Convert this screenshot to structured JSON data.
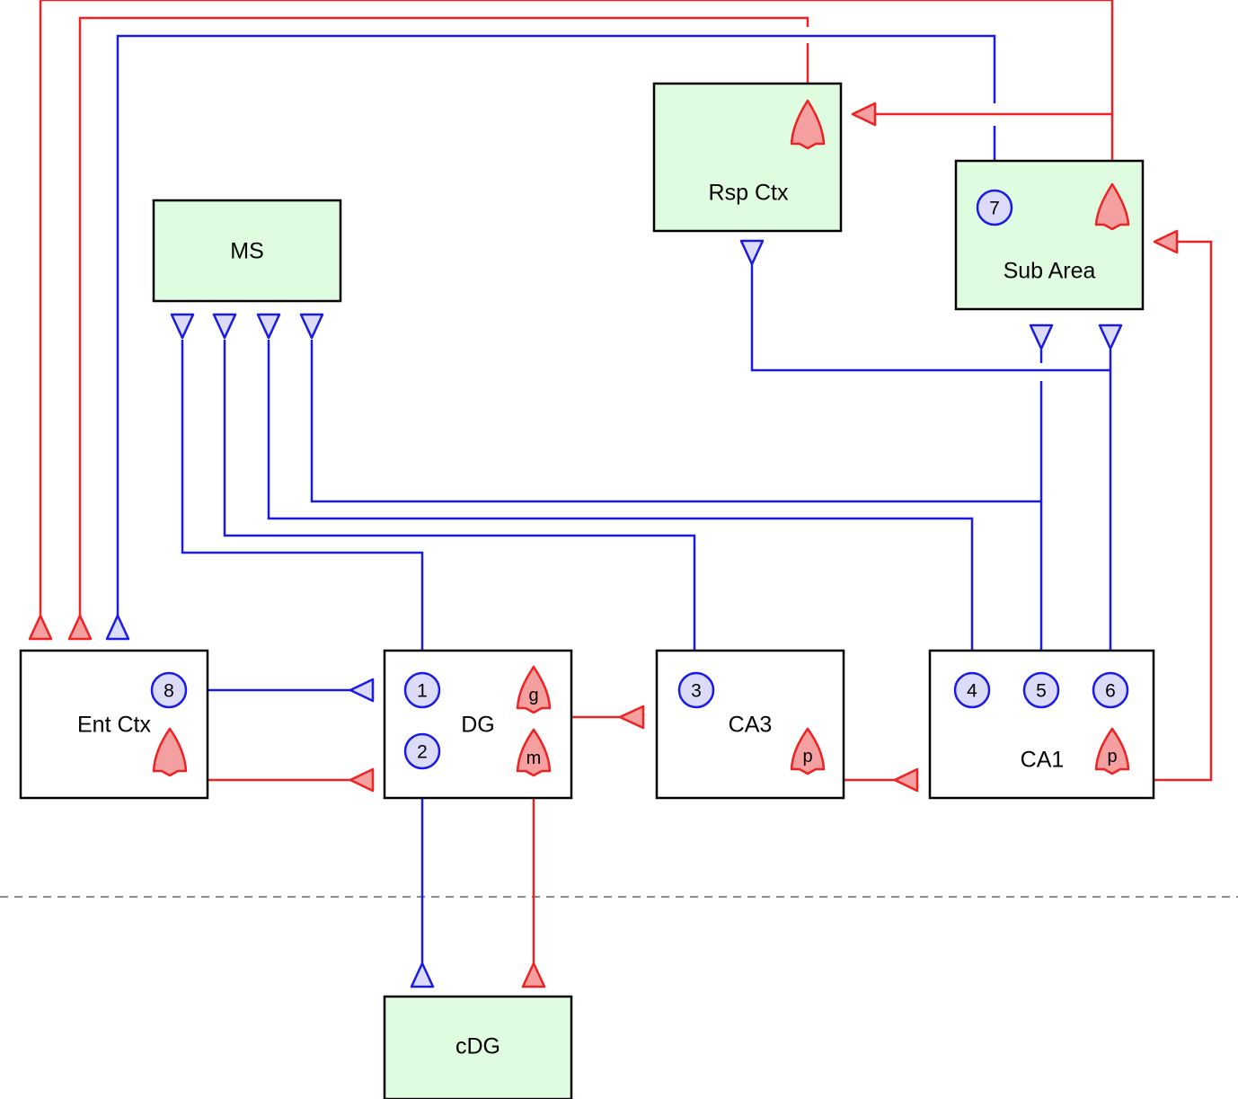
{
  "regions": {
    "ms": "MS",
    "rsp_ctx": "Rsp Ctx",
    "sub_area": "Sub Area",
    "ent_ctx": "Ent Ctx",
    "dg": "DG",
    "ca3": "CA3",
    "ca1": "CA1",
    "cdg": "cDG"
  },
  "interneurons": {
    "n1": "1",
    "n2": "2",
    "n3": "3",
    "n4": "4",
    "n5": "5",
    "n6": "6",
    "n7": "7",
    "n8": "8"
  },
  "principal_cells": {
    "dg_granule": "g",
    "dg_mossy": "m",
    "ca3_pyramidal": "p",
    "ca1_pyramidal": "p"
  },
  "colors": {
    "inhibitory_projection": "#1a1ae6",
    "excitatory_projection": "#ee2222",
    "region_fill_green": "#e0fce0",
    "interneuron_fill": "#dcdcf8",
    "principal_fill": "#f4a0a0"
  }
}
